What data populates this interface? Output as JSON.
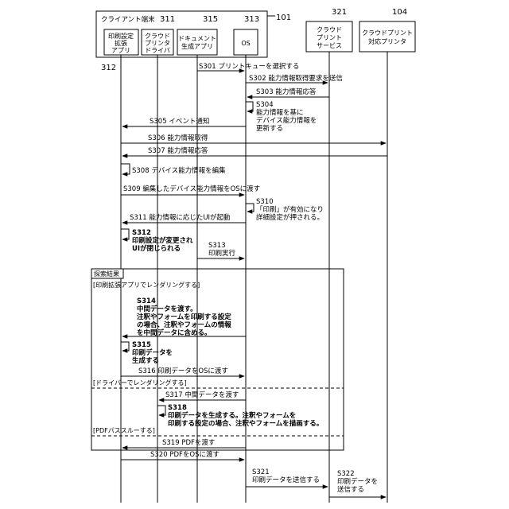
{
  "refs": {
    "client_group": "101",
    "app311": "311",
    "app315": "315",
    "os313": "313",
    "cloud321": "321",
    "printer104": "104",
    "ext312": "312"
  },
  "client_title": "クライアント端末",
  "lifelines": {
    "ext": [
      "印刷設定",
      "拡張",
      "アプリ"
    ],
    "driver": [
      "クラウド",
      "プリンタ",
      "ドライバ"
    ],
    "docapp": [
      "ドキュメント",
      "生成アプリ"
    ],
    "os": [
      "OS"
    ],
    "cloud": [
      "クラウド",
      "プリント",
      "サービス"
    ],
    "printer": [
      "クラウドプリント",
      "対応プリンタ"
    ]
  },
  "steps": {
    "s301": "S301 プリントキューを選択する",
    "s302": "S302 能力情報取得要求を送信",
    "s303": "S303 能力情報応答",
    "s304": [
      "S304",
      "能力情報を基に",
      "デバイス能力情報を",
      "更新する"
    ],
    "s305": "S305 イベント通知",
    "s306": "S306 能力情報取得",
    "s307": "S307 能力情報応答",
    "s308": "S308 デバイス能力情報を編集",
    "s309": "S309 編集したデバイス能力情報をOSに渡す",
    "s310": [
      "S310",
      "「印刷」が有効になり",
      "詳細設定が押される。"
    ],
    "s311": "S311 能力情報に応じたUIが起動",
    "s312": [
      "S312",
      "印刷設定が変更され",
      "UIが閉じられる"
    ],
    "s313": [
      "S313",
      "印刷実行"
    ],
    "s314": [
      "S314",
      "中間データを渡す。",
      "注釈やフォームを印刷する設定",
      "の場合、注釈やフォームの情報",
      "を中間データに含める。"
    ],
    "s315": [
      "S315",
      "印刷データを",
      "生成する"
    ],
    "s316": "S316 印刷データをOSに渡す",
    "s317": "S317 中間データを渡す",
    "s318": [
      "S318",
      "印刷データを生成する。注釈やフォームを",
      "印刷する設定の場合、注釈やフォームを描画する。"
    ],
    "s319": "S319 PDFを渡す",
    "s320": "S320 PDFをOSに渡す",
    "s321": [
      "S321",
      "印刷データを送信する"
    ],
    "s322": [
      "S322",
      "印刷データを",
      "送信する"
    ]
  },
  "fragment": {
    "title": "探索結果",
    "guard1": "[印刷拡張アプリでレンダリングする]",
    "guard2": "[ドライバーでレンダリングする]",
    "guard3": "[PDFパススルーする]"
  }
}
